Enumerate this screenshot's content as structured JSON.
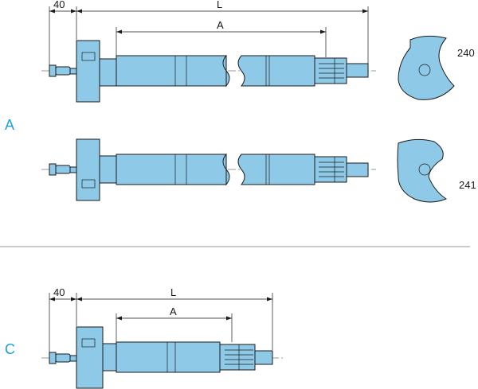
{
  "sections": [
    {
      "letter": "A",
      "dims": {
        "offset": "40",
        "length": "L",
        "inner": "A"
      },
      "shafts": [
        {
          "part_number": "240",
          "marker_position": "top"
        },
        {
          "part_number": "241",
          "marker_position": "bottom"
        }
      ]
    },
    {
      "letter": "C",
      "dims": {
        "offset": "40",
        "length": "L",
        "inner": "A"
      }
    }
  ],
  "colors": {
    "part_fill": "#8ecae8",
    "section_letter": "#1ba1dc",
    "outline": "#1a1a1a"
  }
}
